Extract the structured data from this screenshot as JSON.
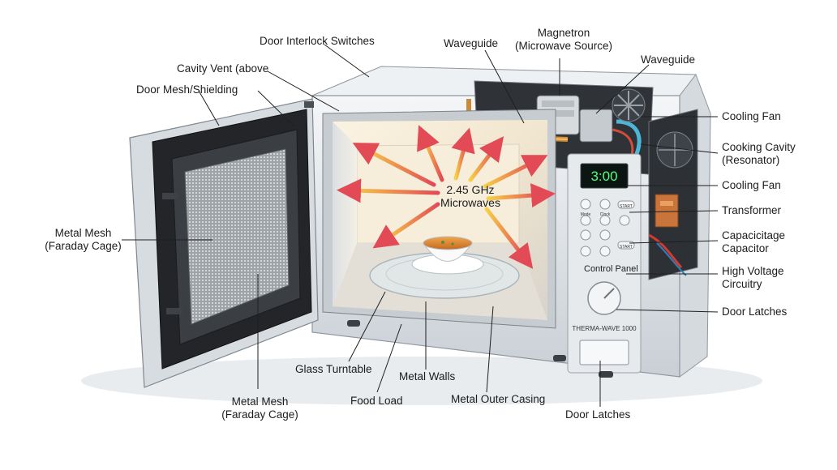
{
  "labels": {
    "door_interlock_switches": "Door Interlock Switches",
    "cavity_vent": "Cavity Vent (above",
    "door_mesh_shielding": "Door Mesh/Shielding",
    "waveguide_left": "Waveguide",
    "magnetron_line1": "Magnetron",
    "magnetron_line2": "(Microwave Source)",
    "waveguide_right": "Waveguide",
    "cooling_fan_top": "Cooling Fan",
    "cooking_cavity_line1": "Cooking Cavity",
    "cooking_cavity_line2": "(Resonator)",
    "cooling_fan_mid": "Cooling Fan",
    "transformer": "Transformer",
    "capacitor_line1": "Capacicitage",
    "capacitor_line2": "Capacitor",
    "control_panel": "Control Panel",
    "high_voltage_line1": "High Voltage",
    "high_voltage_line2": "Circuitry",
    "door_latches_right": "Door Latches",
    "door_latches_bottom": "Door Latches",
    "metal_mesh_left_line1": "Metal Mesh",
    "metal_mesh_left_line2": "(Faraday Cage)",
    "metal_mesh_bottom_line1": "Metal Mesh",
    "metal_mesh_bottom_line2": "(Faraday Cage)",
    "glass_turntable": "Glass Turntable",
    "metal_walls": "Metal Walls",
    "food_load": "Food Load",
    "metal_outer_casing": "Metal Outer Casing",
    "microwaves_line1": "2.45 GHz",
    "microwaves_line2": "Microwaves"
  },
  "panel": {
    "display_time": "3:00",
    "start_label_1": "START",
    "start_label_2": "START",
    "mode_label_1": "Mode",
    "mode_label_2": "Clock",
    "brand": "THERMA-WAVE 1000"
  },
  "colors": {
    "arrow_yellow": "#f5c23a",
    "arrow_red": "#e0444c",
    "display_green": "#4cff7a",
    "metal_light": "#e9ecef",
    "metal_dark": "#9aa3ab",
    "door_frame": "#2b2d30"
  }
}
